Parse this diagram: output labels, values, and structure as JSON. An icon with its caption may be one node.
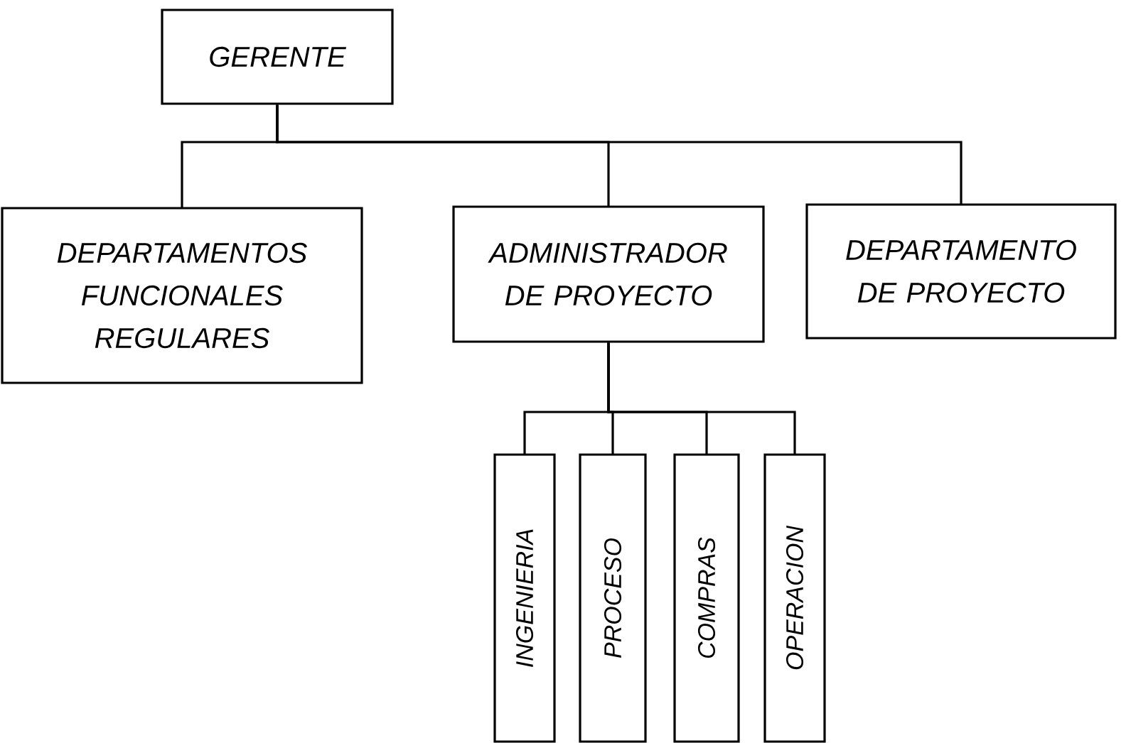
{
  "diagram": {
    "nodes": [
      {
        "text": [
          "GERENTE"
        ]
      },
      {
        "text": [
          "DEPARTAMENTOS FUNCIONALES REGULARES"
        ]
      },
      {
        "text": [
          "ADMINISTRADOR DE PROYECTO"
        ]
      },
      {
        "text": [
          "DEPARTAMENTO DE PROYECTO"
        ]
      },
      {
        "text": [
          "INGENIERIA"
        ]
      },
      {
        "text": [
          "PROCESO"
        ]
      },
      {
        "text": [
          "COMPRAS"
        ]
      },
      {
        "text": [
          "OPERACION"
        ]
      }
    ],
    "edges": [
      {
        "from": 0,
        "to": 1,
        "arrow": "none"
      },
      {
        "from": 0,
        "to": 2,
        "arrow": "none"
      },
      {
        "from": 0,
        "to": 3,
        "arrow": "none"
      },
      {
        "from": 2,
        "to": 4,
        "arrow": "none"
      },
      {
        "from": 2,
        "to": 5,
        "arrow": "none"
      },
      {
        "from": 2,
        "to": 6,
        "arrow": "none"
      },
      {
        "from": 2,
        "to": 7,
        "arrow": "none"
      }
    ]
  }
}
